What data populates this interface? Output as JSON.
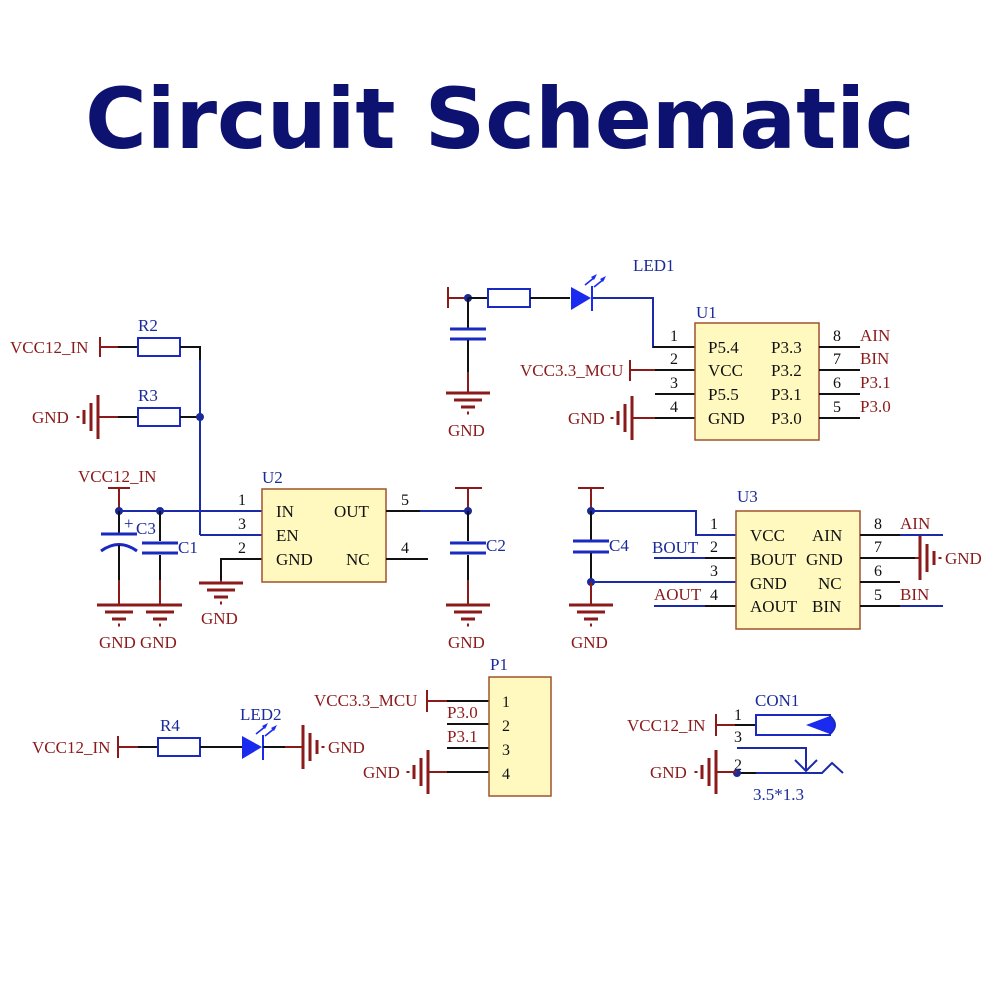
{
  "title": "Circuit Schematic",
  "colors": {
    "title": "#0d1170",
    "net_label": "#8b1a1a",
    "designator": "#1a2a9a",
    "wire_blue": "#1a2aa8",
    "chip_fill": "#fff9bf"
  },
  "resistors": {
    "r2": "R2",
    "r3": "R3",
    "r4": "R4"
  },
  "capacitors": {
    "c1": "C1",
    "c2": "C2",
    "c3": "C3",
    "c3_polarity": "+",
    "c4": "C4"
  },
  "leds": {
    "led1": "LED1",
    "led2": "LED2"
  },
  "nets": {
    "vcc12": "VCC12_IN",
    "vcc33": "VCC3.3_MCU",
    "gnd": "GND",
    "ain": "AIN",
    "bin": "BIN",
    "aout": "AOUT",
    "bout": "BOUT",
    "p30": "P3.0",
    "p31": "P3.1"
  },
  "u1": {
    "ref": "U1",
    "left_pins": [
      {
        "num": "1",
        "name": "P5.4"
      },
      {
        "num": "2",
        "name": "VCC"
      },
      {
        "num": "3",
        "name": "P5.5"
      },
      {
        "num": "4",
        "name": "GND"
      }
    ],
    "right_pins": [
      {
        "num": "8",
        "name": "P3.3",
        "net": "AIN"
      },
      {
        "num": "7",
        "name": "P3.2",
        "net": "BIN"
      },
      {
        "num": "6",
        "name": "P3.1",
        "net": "P3.1"
      },
      {
        "num": "5",
        "name": "P3.0",
        "net": "P3.0"
      }
    ]
  },
  "u2": {
    "ref": "U2",
    "left_pins": [
      {
        "num": "1",
        "name": "IN"
      },
      {
        "num": "3",
        "name": "EN"
      },
      {
        "num": "2",
        "name": "GND"
      }
    ],
    "right_pins": [
      {
        "num": "5",
        "name": "OUT"
      },
      {
        "num": "4",
        "name": "NC"
      }
    ]
  },
  "u3": {
    "ref": "U3",
    "left_pins": [
      {
        "num": "1",
        "name": "VCC"
      },
      {
        "num": "2",
        "name": "BOUT"
      },
      {
        "num": "3",
        "name": "GND"
      },
      {
        "num": "4",
        "name": "AOUT"
      }
    ],
    "right_pins": [
      {
        "num": "8",
        "name": "AIN"
      },
      {
        "num": "7",
        "name": "GND"
      },
      {
        "num": "6",
        "name": "NC"
      },
      {
        "num": "5",
        "name": "BIN"
      }
    ]
  },
  "p1": {
    "ref": "P1",
    "pins": [
      "1",
      "2",
      "3",
      "4"
    ]
  },
  "con1": {
    "ref": "CON1",
    "pins": [
      "1",
      "3",
      "2"
    ],
    "spec": "3.5*1.3"
  }
}
